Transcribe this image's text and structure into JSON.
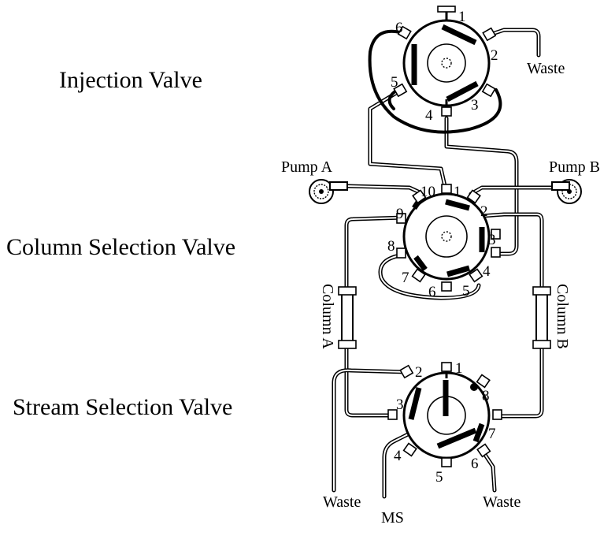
{
  "titles": {
    "injection": "Injection Valve",
    "column_selection": "Column Selection Valve",
    "stream_selection": "Stream Selection Valve"
  },
  "labels": {
    "waste_top": "Waste",
    "pump_a": "Pump A",
    "pump_b": "Pump B",
    "column_a": "Column A",
    "column_b": "Column B",
    "waste_left": "Waste",
    "ms": "MS",
    "waste_right": "Waste"
  },
  "injection_ports": [
    "1",
    "2",
    "3",
    "4",
    "5",
    "6"
  ],
  "column_ports": [
    "1",
    "2",
    "3",
    "4",
    "5",
    "6",
    "7",
    "8",
    "9",
    "10"
  ],
  "stream_ports": [
    "1",
    "2",
    "3",
    "4",
    "5",
    "6",
    "7",
    "8"
  ]
}
